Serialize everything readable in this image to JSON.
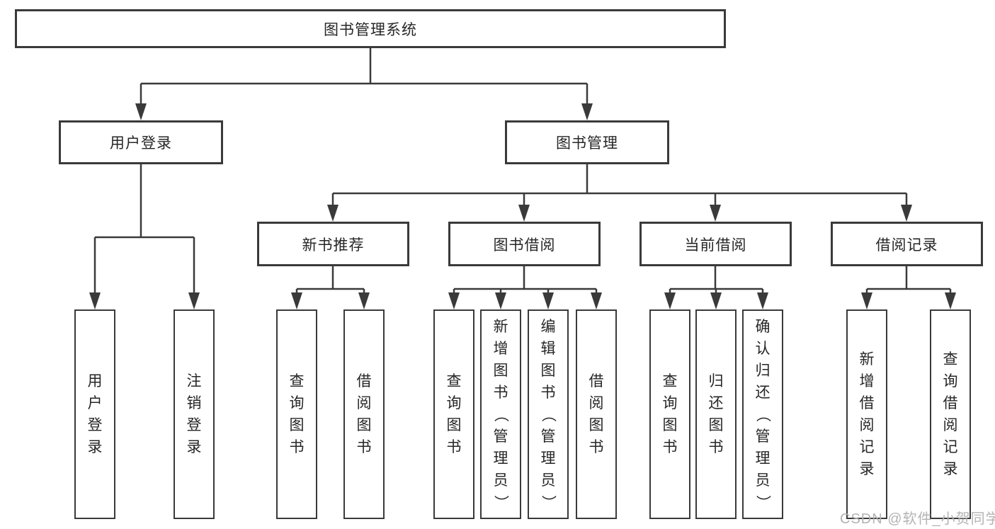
{
  "diagram": {
    "root": {
      "label": "图书管理系统"
    },
    "level1": [
      {
        "label": "用户登录"
      },
      {
        "label": "图书管理"
      }
    ],
    "level2": [
      {
        "label": "新书推荐"
      },
      {
        "label": "图书借阅"
      },
      {
        "label": "当前借阅"
      },
      {
        "label": "借阅记录"
      }
    ],
    "leaves": {
      "login": [
        "用户登录",
        "注销登录"
      ],
      "recommend": [
        "查询图书",
        "借阅图书"
      ],
      "borrow": [
        "查询图书",
        "新增图书（管理员）",
        "编辑图书（管理员）",
        "借阅图书"
      ],
      "current": [
        "查询图书",
        "归还图书",
        "确认归还（管理员）"
      ],
      "records": [
        "新增借阅记录",
        "查询借阅记录"
      ]
    }
  },
  "watermark": "CSDN @软件_小贺同学",
  "colors": {
    "line": "#3a3a3a",
    "text": "#262626",
    "watermark": "#b3b3b3",
    "background": "#ffffff"
  }
}
